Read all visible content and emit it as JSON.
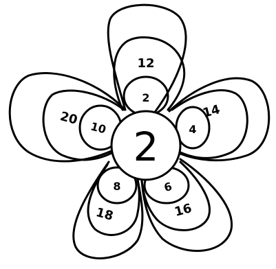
{
  "center": {
    "value": "2"
  },
  "petals": {
    "top": {
      "inner": "2",
      "outer": "12"
    },
    "right": {
      "inner": "4",
      "outer": "14"
    },
    "bottom_right": {
      "inner": "6",
      "outer": "16"
    },
    "bottom_left": {
      "inner": "8",
      "outer": "18"
    },
    "left": {
      "inner": "10",
      "outer": "20"
    }
  },
  "colors": {
    "ink": "#000000",
    "background": "#ffffff"
  }
}
